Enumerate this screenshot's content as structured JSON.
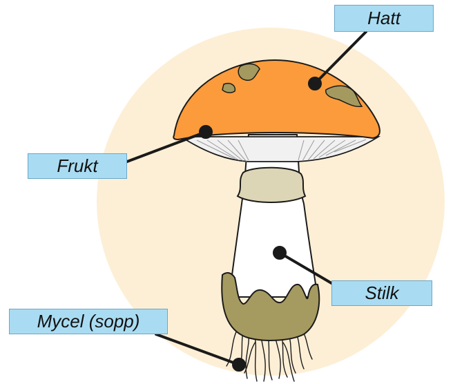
{
  "labels": {
    "hatt": "Hatt",
    "frukt": "Frukt",
    "stilk": "Stilk",
    "mycel": "Mycel (sopp)"
  },
  "colors": {
    "background_circle": "#fdefd6",
    "cap": "#fb9b3b",
    "cap_spots": "#a49a5f",
    "volva": "#a59a60",
    "ring": "#ddd6b6",
    "stem": "#ffffff",
    "gills": "#f1f1f1",
    "label_fill": "#a9dcf2",
    "label_border": "#6aa6c8",
    "outline": "#1a1a1a"
  }
}
